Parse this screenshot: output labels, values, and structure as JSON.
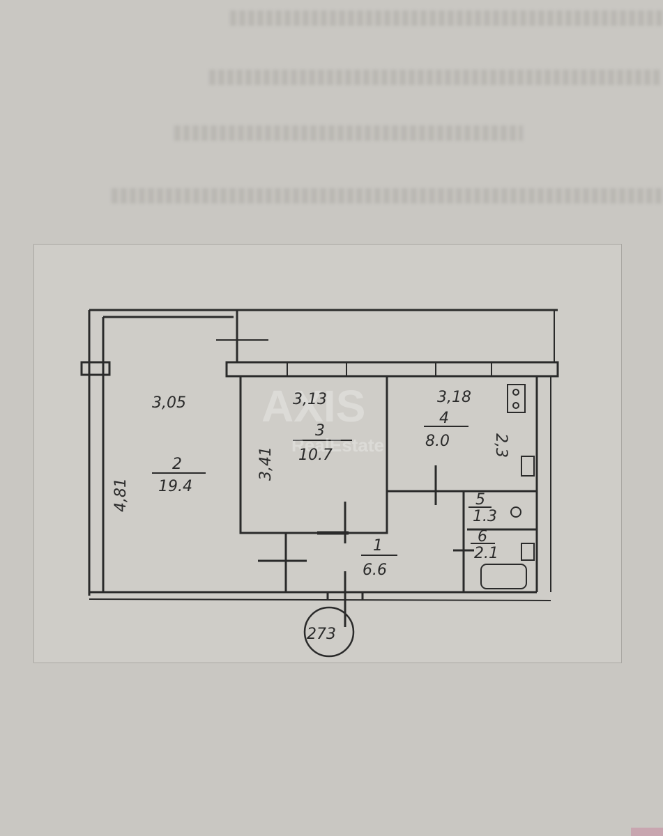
{
  "plan": {
    "rooms": [
      {
        "number": "1",
        "area": "6.6"
      },
      {
        "number": "2",
        "area": "19.4"
      },
      {
        "number": "3",
        "area": "10.7"
      },
      {
        "number": "4",
        "area": "8.0"
      },
      {
        "number": "5",
        "area": "1.3"
      },
      {
        "number": "6",
        "area": "2.1"
      }
    ],
    "dimensions": {
      "room2_width": "3,05",
      "room2_length": "4,81",
      "room3_width": "3,13",
      "room3_length": "3,41",
      "kitchen_width": "3,18",
      "kitchen_length": "2,3"
    },
    "sheet_number": "273"
  },
  "watermark": {
    "brand": "AXIS",
    "tagline": "RealEstate"
  },
  "colors": {
    "paper": "#c9c7c2",
    "ink": "#2a2a2a"
  }
}
